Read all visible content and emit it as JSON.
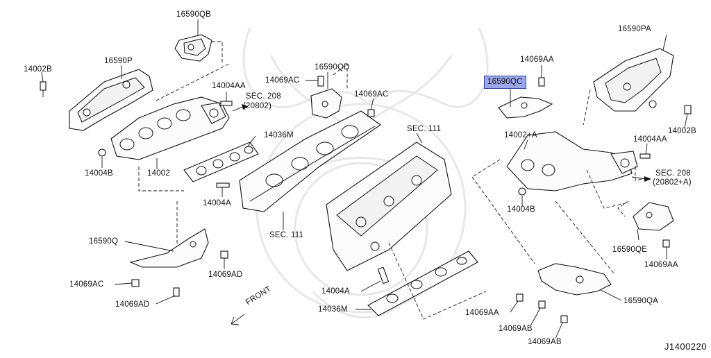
{
  "diagram": {
    "catalog_code": "J1400220",
    "highlighted_part": "16590QC",
    "front_label": "FRONT",
    "labels": {
      "l_16590QB": "16590QB",
      "l_14002B_left": "14002B",
      "l_16590P": "16590P",
      "l_14004AA_left": "14004AA",
      "l_sec208_left": "SEC. 208",
      "l_20802_left": "(20802)",
      "l_14069AC_top": "14069AC",
      "l_16590QD": "16590QD",
      "l_14069AC_right": "14069AC",
      "l_14036M_top": "14036M",
      "l_14004B_left": "14004B",
      "l_14002": "14002",
      "l_14004A_left": "14004A",
      "l_sec111_mid": "SEC. 111",
      "l_sec111_top": "SEC. 111",
      "l_16590Q": "16590Q",
      "l_14069AD_right": "14069AD",
      "l_14069AC_bottom": "14069AC",
      "l_14069AD_bottom": "14069AD",
      "l_14004A_mid": "14004A",
      "l_14036M_bottom": "14036M",
      "l_14069AA_top": "14069AA",
      "l_16590QC": "16590QC",
      "l_16590PA": "16590PA",
      "l_14002B_right": "14002B",
      "l_14002A": "14002+A",
      "l_14004AA_right": "14004AA",
      "l_sec208_right": "SEC. 208",
      "l_20802A_right": "(20802+A)",
      "l_14004B_right": "14004B",
      "l_16590QE": "16590QE",
      "l_14069AA_right": "14069AA",
      "l_14069AA_bottom": "14069AA",
      "l_14069AB_1": "14069AB",
      "l_14069AB_2": "14069AB",
      "l_16590QA": "16590QA"
    }
  }
}
